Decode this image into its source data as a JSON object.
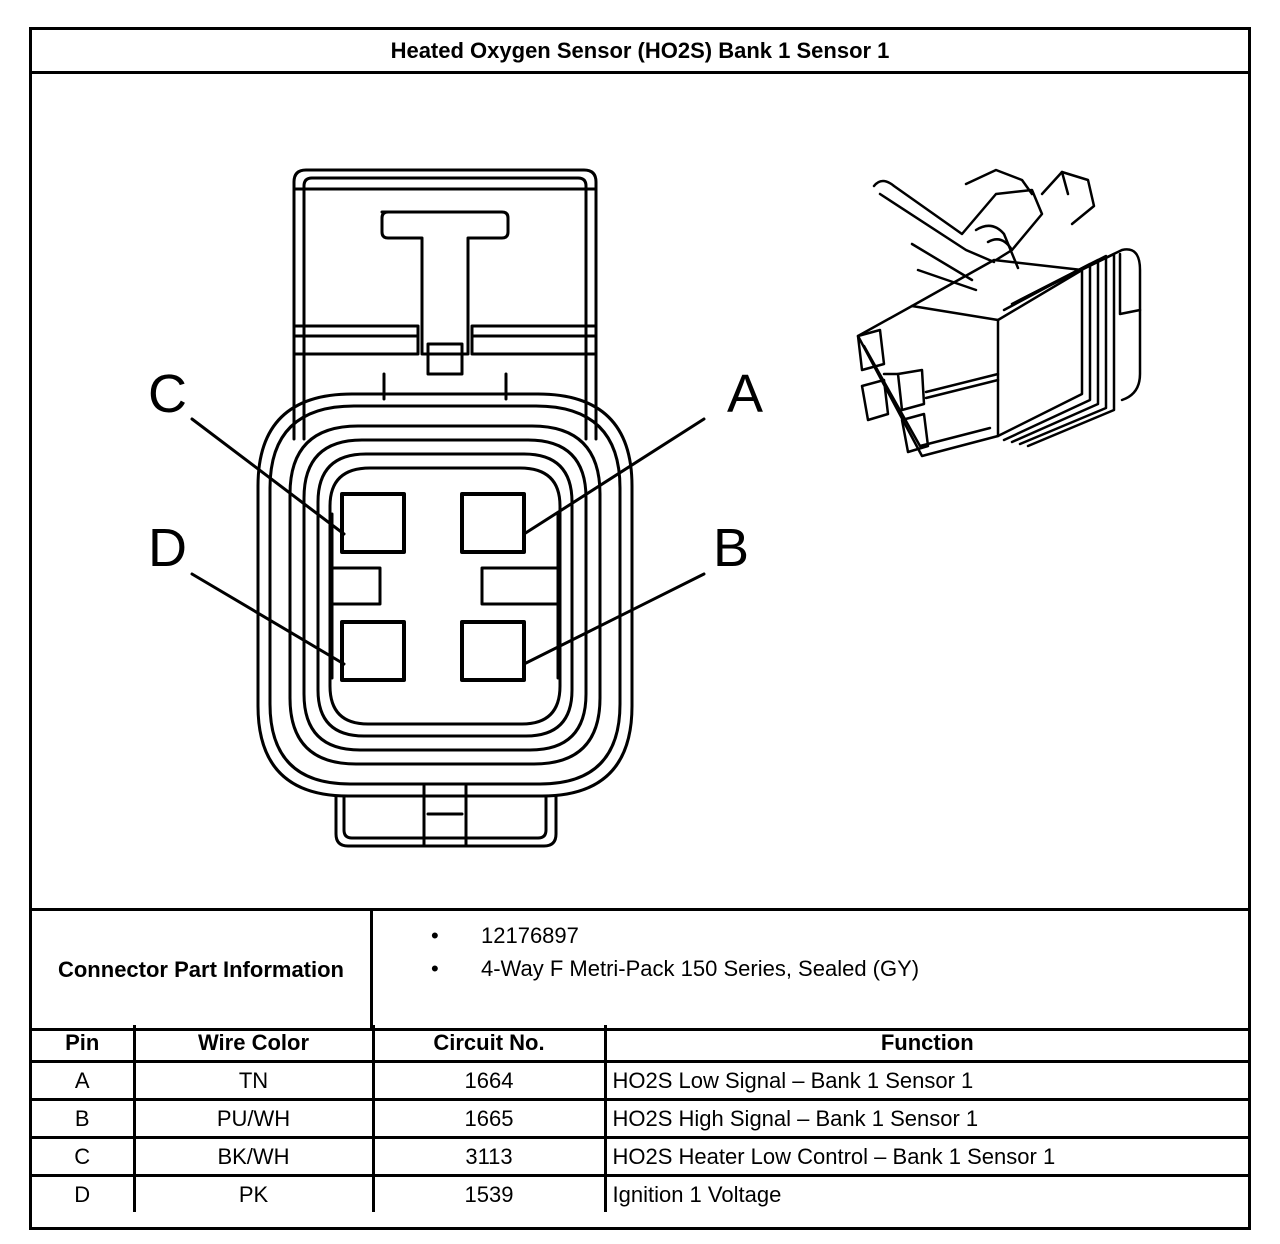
{
  "title": "Heated Oxygen Sensor (HO2S) Bank 1 Sensor 1",
  "diagram": {
    "pin_labels": [
      "A",
      "B",
      "C",
      "D"
    ],
    "icons": [
      "connector-face-view",
      "connector-isometric-view"
    ]
  },
  "connector_info": {
    "label": "Connector Part Information",
    "items": [
      "12176897",
      "4-Way F Metri-Pack 150 Series, Sealed (GY)"
    ]
  },
  "table": {
    "headers": [
      "Pin",
      "Wire Color",
      "Circuit No.",
      "Function"
    ],
    "rows": [
      [
        "A",
        "TN",
        "1664",
        "HO2S Low Signal – Bank 1 Sensor 1"
      ],
      [
        "B",
        "PU/WH",
        "1665",
        "HO2S High Signal – Bank 1 Sensor 1"
      ],
      [
        "C",
        "BK/WH",
        "3113",
        "HO2S Heater Low Control – Bank 1 Sensor 1"
      ],
      [
        "D",
        "PK",
        "1539",
        "Ignition 1 Voltage"
      ]
    ]
  }
}
